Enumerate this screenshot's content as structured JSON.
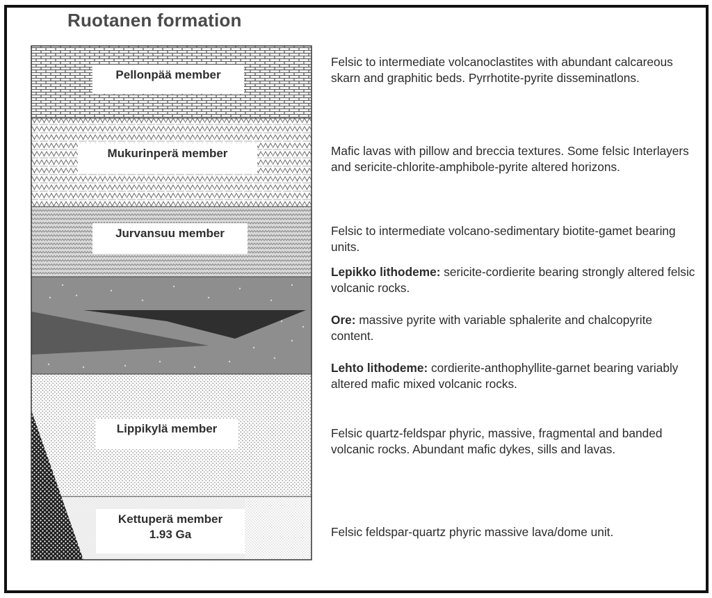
{
  "title": "Ruotanen formation",
  "members": [
    {
      "id": "pellonpaa",
      "name": "Pellonpää member",
      "description": "Felsic to intermediate volcanoclastites with abundant calcareous skarn and graphitic beds. Pyrrhotite-pyrite disseminatlons."
    },
    {
      "id": "mukurinpera",
      "name": "Mukurinperä member",
      "description": "Mafic lavas with pillow  and breccia textures. Some felsic Interlayers and sericite-chlorite-amphibole-pyrite altered horizons."
    },
    {
      "id": "jurvansuu",
      "name": "Jurvansuu member",
      "description": "Felsic to intermediate volcano-sedimentary biotite-gamet bearing units."
    },
    {
      "id": "lippikyla",
      "name": "Lippikylä member",
      "description": "Felsic quartz-feldspar phyric, massive, fragmental and banded volcanic rocks. Abundant mafic dykes, sills and lavas."
    },
    {
      "id": "kettupera",
      "name": "Kettuperä member",
      "age": "1.93 Ga",
      "description": "Felsic feldspar-quartz phyric massive lava/dome unit."
    }
  ],
  "lithodemes": [
    {
      "id": "lepikko",
      "name": "Lepikko lithodeme:",
      "description": " sericite-cordierite bearing strongly altered felsic volcanic rocks."
    },
    {
      "id": "ore",
      "name": "Ore:",
      "description": " massive pyrite with variable sphalerite and chalcopyrite content."
    },
    {
      "id": "lehto",
      "name": "Lehto lithodeme:",
      "description": " cordierite-anthophyllite-garnet bearing variably altered mafic mixed volcanic rocks."
    }
  ],
  "colors": {
    "frame": "#111111",
    "title": "#4a4a4a",
    "brick_pattern": "#555555",
    "mafic_pattern": "#6a6a6a",
    "wave_pattern": "#888888",
    "lepikko_fill": "#8e8e8e",
    "ore_fill": "#2f2f2f",
    "lehto_fill": "#5a5a5a",
    "lippikyla_dots": "#9a9a9a",
    "kettupera_dots": "#c8c8c8",
    "dyke_fill": "#1e1e1e"
  }
}
